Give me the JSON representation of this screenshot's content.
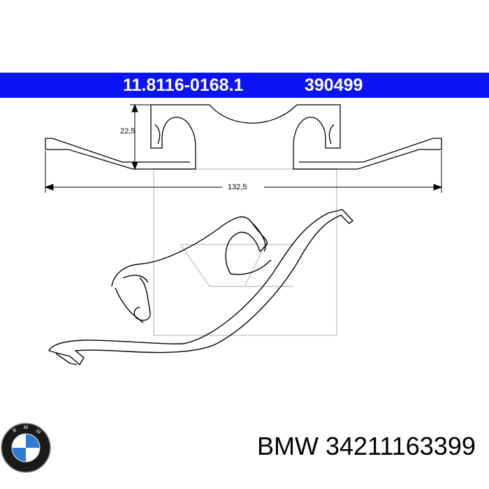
{
  "header": {
    "part_number": "11.8116-0168.1",
    "ref_number": "390499",
    "bar_color": "#0a14f5"
  },
  "dimensions": {
    "height_label": "22,5",
    "width_label": "132,5"
  },
  "brand": {
    "logo_icon": "bmw-roundel-icon",
    "caption": "BMW 34211163399"
  }
}
